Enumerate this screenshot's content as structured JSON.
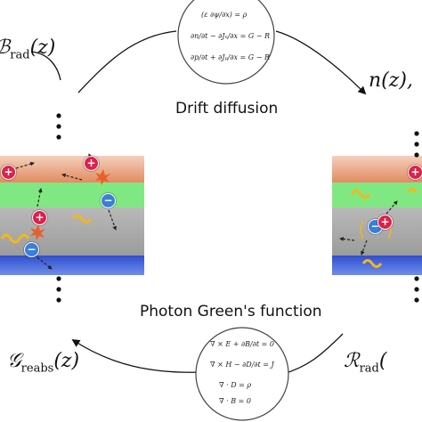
{
  "captions": {
    "top": "Drift diffusion",
    "bottom": "Photon Green's function"
  },
  "labels": {
    "b_rad": {
      "symbol": "ℬ",
      "sub": "rad",
      "arg": "(z)"
    },
    "n_z": {
      "text": "n(z),"
    },
    "g_reabs": {
      "symbol": "𝒢",
      "sub": "reabs",
      "arg": "(z)"
    },
    "r_rad": {
      "symbol": "ℛ",
      "sub": "rad",
      "arg": "("
    }
  },
  "equations_top": [
    "(ε ∂ψ/∂x) = ρ",
    "∂n/∂t − ∂Jₙ/∂x = G − R",
    "∂p/∂t + ∂Jₚ/∂x = G − R"
  ],
  "equations_bottom": [
    "∇ × E + ∂B/∂t = 0",
    "∇ × H − ∂D/∂t = J",
    "∇ · D = ρ",
    "∇ · B = 0"
  ],
  "particles": {
    "electron_symbol": "−",
    "hole_symbol": "+"
  },
  "colors": {
    "top_layer": "#e8a07a",
    "active_layer": "#7ee87e",
    "gray_layer": "#a9a9a9",
    "bottom_layer": "#3f5fd6",
    "hole": "#e0204a",
    "electron": "#3a7fd8",
    "photon": "#f2b81c",
    "arrow": "#111111"
  }
}
